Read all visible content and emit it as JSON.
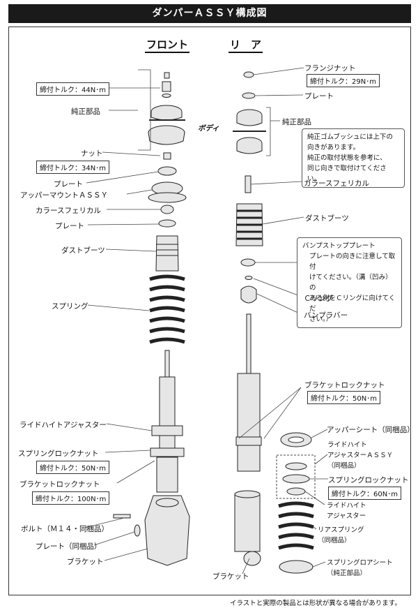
{
  "title": "ダンパーＡＳＳＹ構成図",
  "headings": {
    "front": "フロント",
    "rear": "リ　ア"
  },
  "body_label": "ボディ",
  "front_labels": {
    "torque_44": "締付トルク：44N･m",
    "genuine_part": "純正部品",
    "nut": "ナット",
    "torque_34": "締付トルク：34N･m",
    "plate_1": "プレート",
    "upper_mount": "アッパーマウントＡＳＳＹ",
    "collar": "カラースフェリカル",
    "plate_2": "プレート",
    "dust_boot": "ダストブーツ",
    "spring": "スプリング",
    "ride_height_adjuster": "ライドハイトアジャスター",
    "spring_lock_nut": "スプリングロックナット",
    "torque_50": "締付トルク：50N･m",
    "bracket_lock_nut": "ブラケットロックナット",
    "torque_100": "締付トルク：100N･m",
    "bolt": "ボルト（Ｍ１４・同梱品）",
    "plate_included": "プレート（同梱品）",
    "bracket": "ブラケット"
  },
  "rear_labels": {
    "flange_nut": "フランジナット",
    "torque_29": "締付トルク：29N･m",
    "plate": "プレート",
    "genuine_part": "純正部品",
    "rubber_bush_note": [
      "純正ゴムブッシュには上下の",
      "向きがあります。",
      "純正の取付状態を参考に、",
      "同じ向きで取付けてください。"
    ],
    "collar": "カラースフェリカル",
    "dust_boot": "ダストブーツ",
    "bump_stop_plate": "バンプストッププレート",
    "bump_stop_note": [
      "プレートの向きに注意して取付",
      "けてください。（溝（凹み）の",
      "ある側をＣリングに向けてくだ",
      "さい。）"
    ],
    "c_ring": "Ｃリング",
    "bump_rubber": "バンプラバー",
    "bracket_lock_nut": "ブラケットロックナット",
    "torque_50": "締付トルク：50N･m",
    "upper_seat": "アッパーシート（同梱品）",
    "ride_height_assy": [
      "ライドハイト",
      "アジャスターＡＳＳＹ",
      "（同梱品）"
    ],
    "spring_lock_nut": "スプリングロックナット",
    "torque_60": "締付トルク：60N･m",
    "ride_height_adjuster": [
      "ライドハイト",
      "アジャスター"
    ],
    "rear_spring": [
      "リアスプリング",
      "（同梱品）"
    ],
    "spring_lower_seat": [
      "スプリングロアシート",
      "（純正部品）"
    ],
    "bracket": "ブラケット"
  },
  "disclaimer": "イラストと実際の製品とは形状が異なる場合があります。"
}
